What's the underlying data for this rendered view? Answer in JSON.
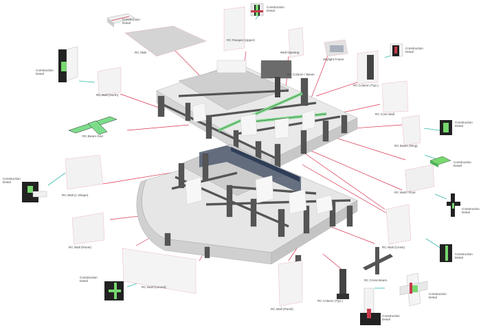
{
  "diagram": {
    "labels": {
      "detail_top_left": "Construction\nDetail",
      "detail_top_center": "Construction\nDetail",
      "detail_top_right": "Construction\nDetail",
      "detail_left_upper": "Construction\nDetail",
      "detail_right_1": "Construction\nDetail",
      "detail_right_2": "Construction\nDetail",
      "detail_right_3": "Construction\nDetail",
      "detail_right_4": "Construction\nDetail",
      "detail_left_lower": "Construction\nDetail",
      "detail_bottom_left": "Construction\nDetail",
      "detail_bottom_right": "Construction\nDetail",
      "detail_bottom_center": "Construction\nDetail",
      "part_roof_slab": "RC Slab",
      "part_parapet_upper": "RC Parapet (Upper)",
      "part_wall_left_upper": "RC Wall (North)",
      "part_beam_grid": "RC Beam Grid",
      "part_opening_wall": "Wall Opening",
      "part_skylight": "Skylight Frame",
      "part_column_cluster": "RC Column / Beam",
      "part_box_right": "RC Core Wall",
      "part_column_small": "RC Column (Typ.)",
      "part_beam_right": "RC Beam (Ring)",
      "part_wall_left_lower": "RC Wall (L-Shape)",
      "part_floor_wall_right": "RC Wall / Floor",
      "part_wall_panel_left": "RC Wall (Panel)",
      "part_wall_right_lower": "RC Wall (Cross)",
      "part_curved_wall": "RC Wall (Curved)",
      "part_column_bottom": "RC Column (Typ.)",
      "part_panel_bottom": "RC Wall (Panel)",
      "part_cross_beam": "RC Cross Beam"
    }
  }
}
